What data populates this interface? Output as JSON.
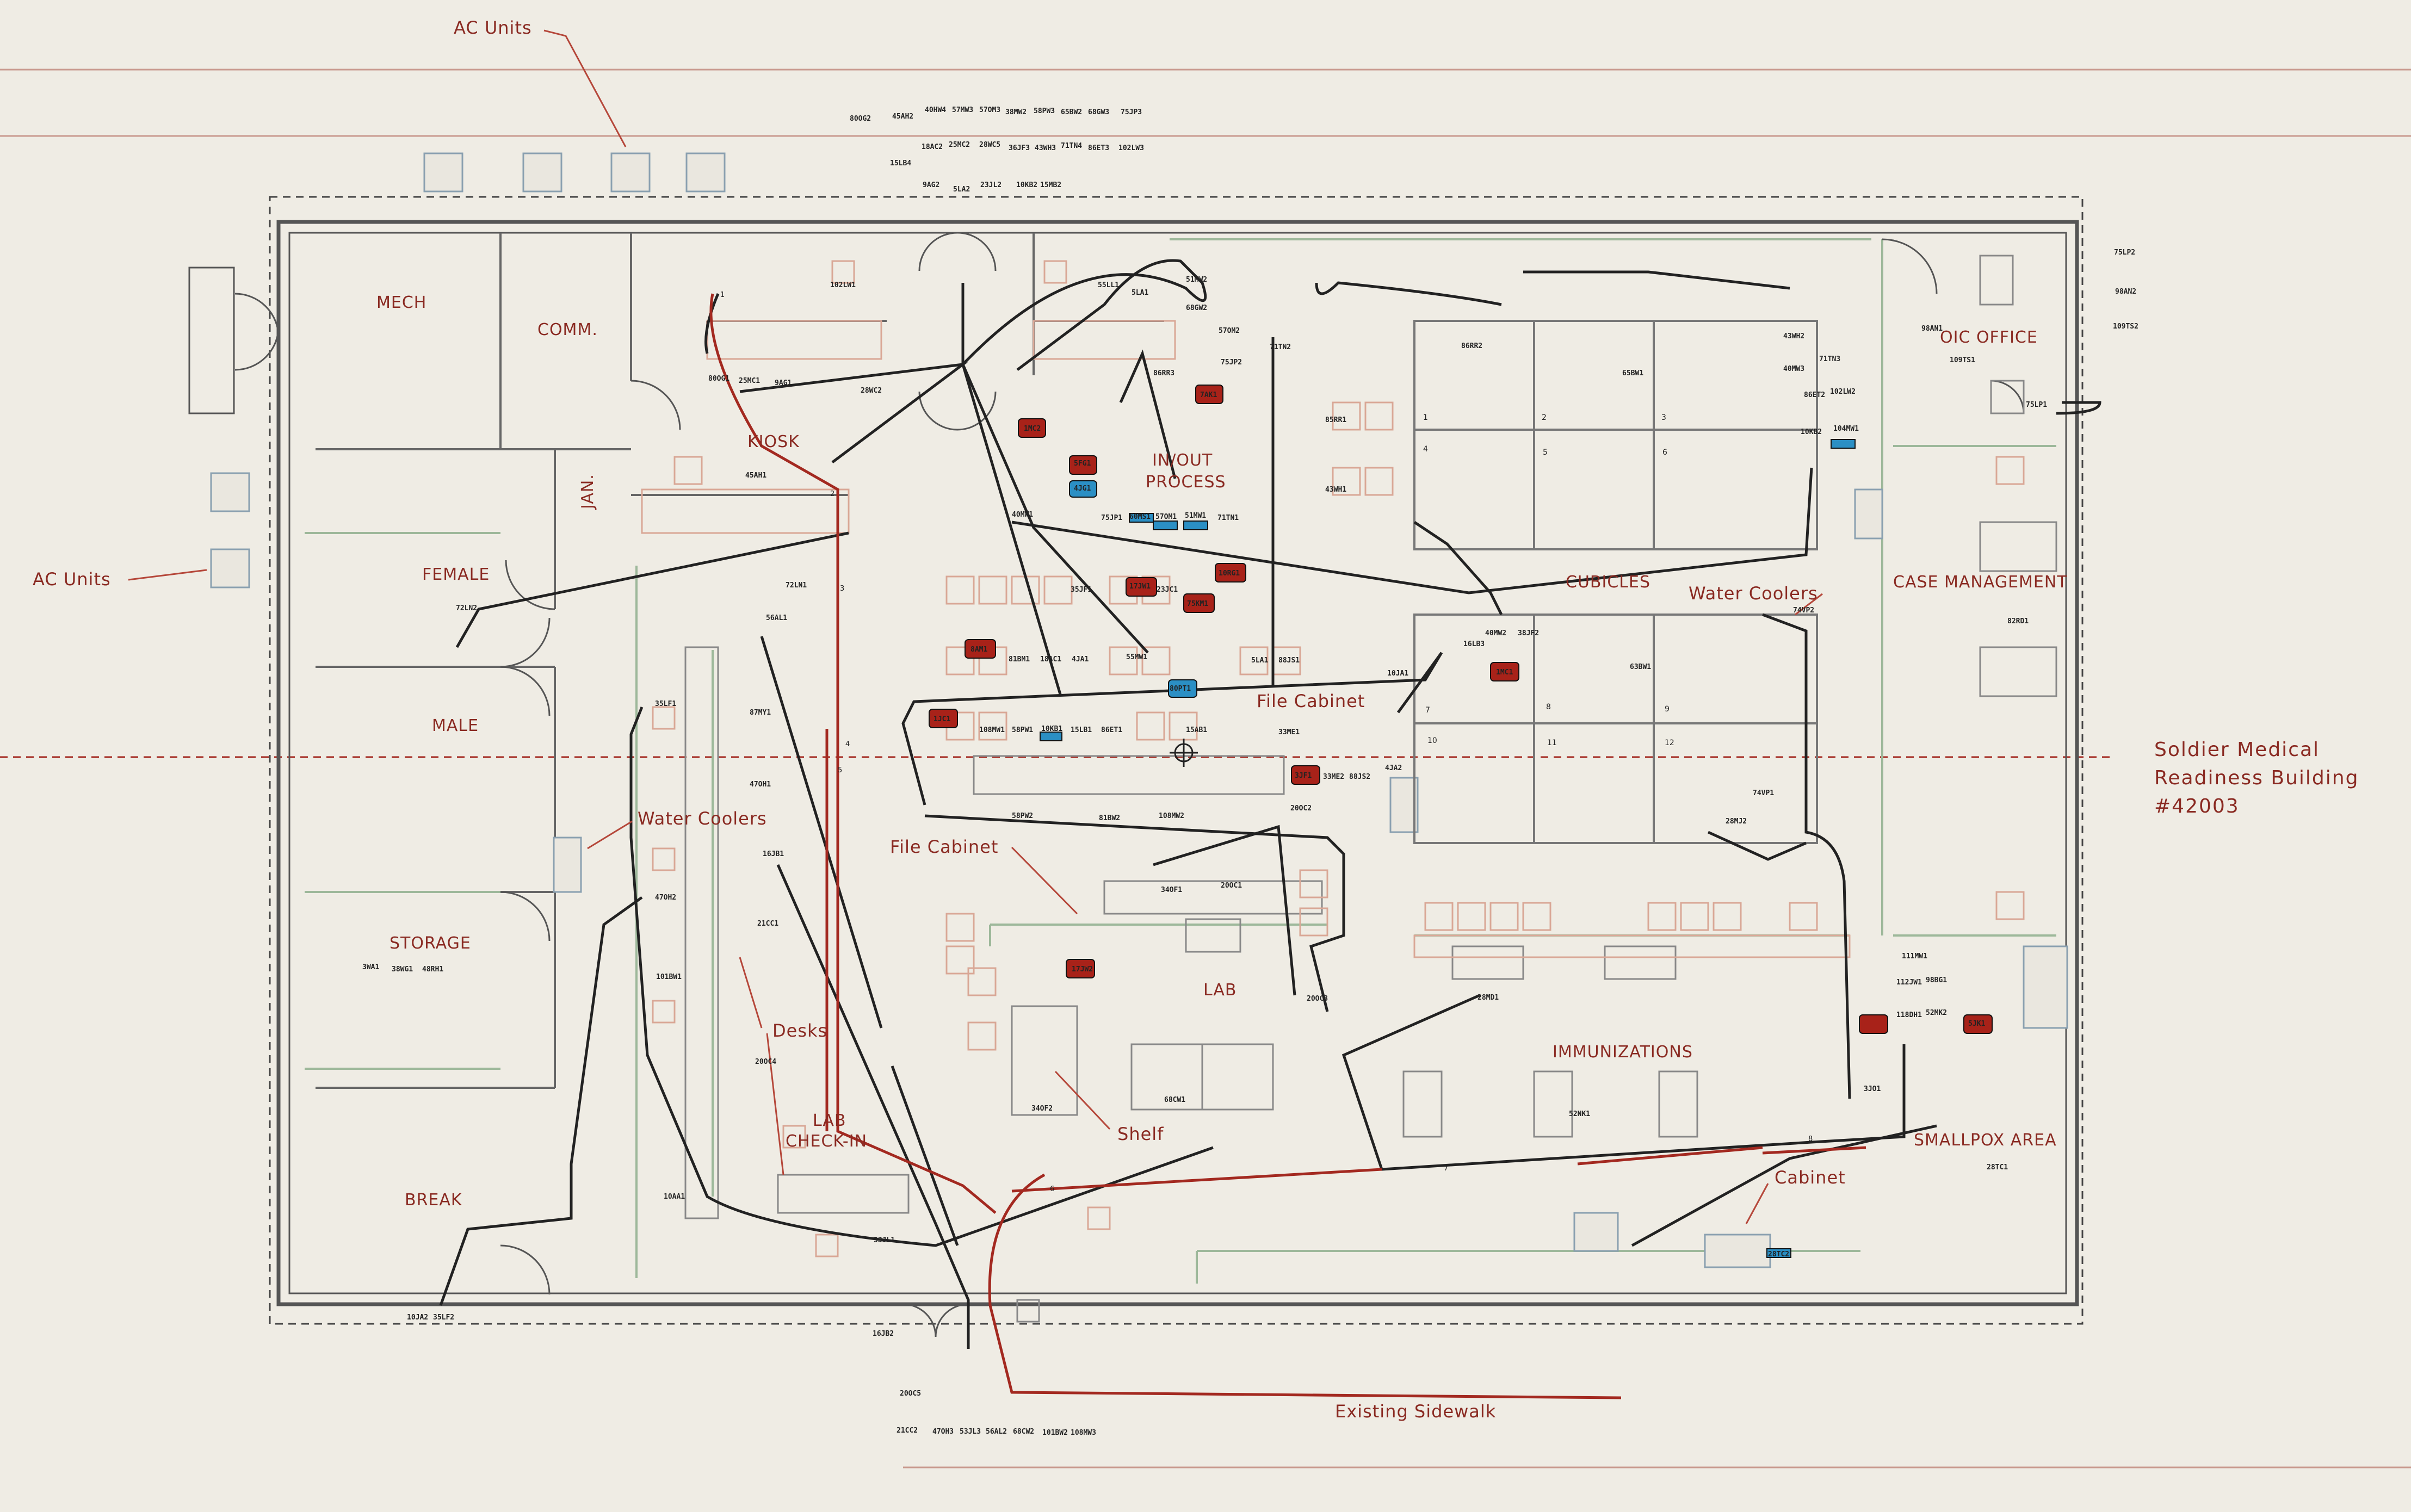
{
  "title": {
    "line1": "Soldier Medical",
    "line2": "Readiness Building",
    "line3": "#42003"
  },
  "callouts": {
    "ac_units_top": "AC Units",
    "ac_units_left": "AC Units",
    "water_coolers_left": "Water Coolers",
    "water_coolers_right": "Water Coolers",
    "file_cabinet_center": "File Cabinet",
    "file_cabinet_lower": "File Cabinet",
    "desks": "Desks",
    "shelf": "Shelf",
    "cabinet": "Cabinet",
    "existing_sidewalk": "Existing Sidewalk"
  },
  "rooms": {
    "mech": "MECH",
    "comm": "COMM.",
    "jan": "JAN.",
    "female": "FEMALE",
    "male": "MALE",
    "storage": "STORAGE",
    "break": "BREAK",
    "kiosk": "KIOSK",
    "in_out_process": "IN/OUT",
    "process": "PROCESS",
    "cubicles": "CUBICLES",
    "oic_office": "OIC OFFICE",
    "case_management": "CASE MANAGEMENT",
    "lab": "LAB",
    "lab_check_in_1": "LAB",
    "lab_check_in_2": "CHECK-IN",
    "immunizations": "IMMUNIZATIONS",
    "smallpox_area": "SMALLPOX AREA"
  },
  "codes": {
    "c01": "80OG2",
    "c02": "45AH2",
    "c03": "40HW4",
    "c04": "57MW3",
    "c05": "57OM3",
    "c06": "38MW2",
    "c07": "58PW3",
    "c08": "65BW2",
    "c09": "68GW3",
    "c10": "75JP3",
    "c11": "15LB4",
    "c12": "18AC2",
    "c13": "25MC2",
    "c14": "28WC5",
    "c15": "36JF3",
    "c16": "43WH3",
    "c17": "71TN4",
    "c18": "86ET3",
    "c19": "102LW3",
    "c20": "9AG2",
    "c21": "5LA2",
    "c22": "23JL2",
    "c23": "10KB2",
    "c24": "15MB2",
    "c25": "102LW1",
    "c26": "55LL1",
    "c27": "5LA1",
    "c28": "51MW2",
    "c29": "68GW2",
    "c30": "57OM2",
    "c31": "75JP2",
    "c32": "71TN2",
    "c33": "86RR3",
    "c34": "7AK1",
    "c35": "80OG1",
    "c36": "25MC1",
    "c37": "9AG1",
    "c38": "28WC2",
    "c39": "45AH1",
    "c40": "1MC2",
    "c41": "5FG1",
    "c42": "4JG1",
    "c43": "40MW1",
    "c44": "75JP1",
    "c45": "60MS1",
    "c46": "57OM1",
    "c47": "51MW1",
    "c48": "71TN1",
    "c49": "72LN1",
    "c50": "72LN2",
    "c51": "56AL1",
    "c52": "35JF1",
    "c53": "17JW1",
    "c54": "23JC1",
    "c55": "10RG1",
    "c56": "75KM1",
    "c57": "8AM1",
    "c58": "81BM1",
    "c59": "18AC1",
    "c60": "4JA1",
    "c61": "55MW1",
    "c62": "5LA1",
    "c63": "88JS1",
    "c64": "38JF2",
    "c65": "1JC1",
    "c66": "108MW1",
    "c67": "58PW1",
    "c68": "10KB1",
    "c69": "15LB1",
    "c70": "86ET1",
    "c71": "15AB1",
    "c72": "3JF1",
    "c73": "80PT1",
    "c74": "33ME1",
    "c75": "33ME2",
    "c76": "88JS2",
    "c77": "4JA2",
    "c78": "10JA1",
    "c79": "58PW2",
    "c80": "81BW2",
    "c81": "108MW2",
    "c82": "20OC2",
    "c83": "35LF1",
    "c84": "87MY1",
    "c85": "47OH1",
    "c86": "47OH2",
    "c87": "101BW1",
    "c88": "16JB1",
    "c89": "21CC1",
    "c90": "20OC4",
    "c91": "34OF1",
    "c92": "20OC1",
    "c93": "20OC3",
    "c94": "17JW2",
    "c95": "34OF2",
    "c96": "68CW1",
    "c97": "28MD1",
    "c98": "52NK1",
    "c99": "3JO1",
    "c100": "3WA1",
    "c101": "38WG1",
    "c102": "48RH1",
    "c103": "10AA1",
    "c104": "10JA2",
    "c105": "35LF2",
    "c106": "53JL1",
    "c107": "16JB2",
    "c108": "20OC5",
    "c109": "21CC2",
    "c110": "47OH3",
    "c111": "53JL3",
    "c112": "56AL2",
    "c113": "68CW2",
    "c114": "101BW2",
    "c115": "108MW3",
    "c116": "86RR2",
    "c117": "65BW1",
    "c118": "43WH2",
    "c119": "40MW3",
    "c120": "71TN3",
    "c121": "102LW2",
    "c122": "86ET2",
    "c123": "10KB2",
    "c124": "104MW1",
    "c125": "85RR1",
    "c126": "43WH1",
    "c127": "40MW2",
    "c128": "16LB3",
    "c129": "1MC1",
    "c130": "63BW1",
    "c131": "74VP1",
    "c132": "74VP2",
    "c133": "28MJ2",
    "c134": "75LP2",
    "c135": "98AN2",
    "c136": "109TS2",
    "c137": "98AN1",
    "c138": "109TS1",
    "c139": "75LP1",
    "c140": "82RD1",
    "c141": "111MW1",
    "c142": "112JW1",
    "c143": "98BG1",
    "c144": "118DH1",
    "c145": "52MK2",
    "c146": "5JK1",
    "c147": "28TC1",
    "c148": "28TC2"
  },
  "cubicle_numbers": [
    "1",
    "2",
    "3",
    "4",
    "5",
    "6",
    "7",
    "8",
    "9",
    "10",
    "11",
    "12"
  ],
  "path_numbers": [
    "1",
    "2",
    "3",
    "4",
    "5",
    "6",
    "7",
    "8"
  ],
  "colors": {
    "background": "#efece4",
    "callout": "#8a2a22",
    "red_path": "#a32920",
    "green_wall": "#9db89a",
    "furniture": "#d9a796",
    "badge_red": "#a82219",
    "badge_blue": "#2b8fc4"
  }
}
